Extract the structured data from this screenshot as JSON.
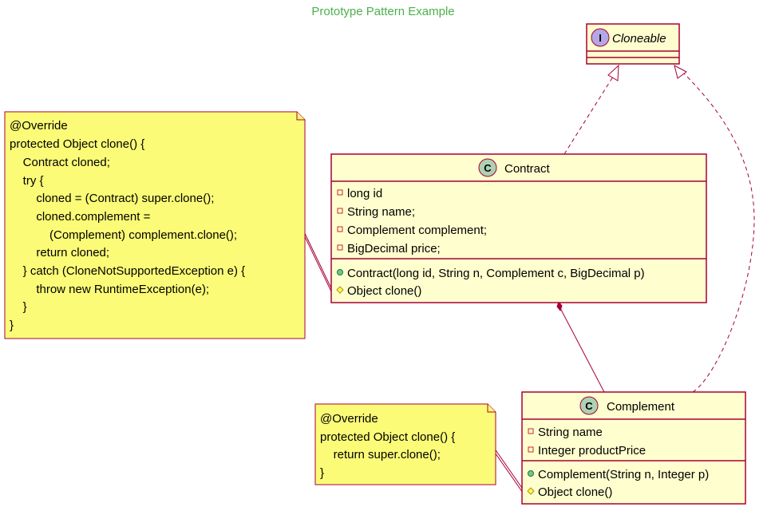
{
  "title": "Prototype Pattern Example",
  "interface": {
    "stereotype": "I",
    "name": "Cloneable"
  },
  "classes": {
    "contract": {
      "stereotype": "C",
      "name": "Contract",
      "fields": [
        {
          "vis": "private",
          "text": "long id"
        },
        {
          "vis": "private",
          "text": "String name;"
        },
        {
          "vis": "private",
          "text": "Complement complement;"
        },
        {
          "vis": "private",
          "text": "BigDecimal price;"
        }
      ],
      "methods": [
        {
          "vis": "public",
          "text": "Contract(long id, String n, Complement c, BigDecimal p)"
        },
        {
          "vis": "protected",
          "text": "Object clone()"
        }
      ]
    },
    "complement": {
      "stereotype": "C",
      "name": "Complement",
      "fields": [
        {
          "vis": "private",
          "text": "String name"
        },
        {
          "vis": "private",
          "text": "Integer productPrice"
        }
      ],
      "methods": [
        {
          "vis": "public",
          "text": "Complement(String n, Integer p)"
        },
        {
          "vis": "protected",
          "text": "Object clone()"
        }
      ]
    }
  },
  "notes": {
    "contract_clone": [
      "@Override",
      "protected Object clone() {",
      "    Contract cloned;",
      "    try {",
      "        cloned = (Contract) super.clone();",
      "        cloned.complement =",
      "            (Complement) complement.clone();",
      "        return cloned;",
      "    } catch (CloneNotSupportedException e) {",
      "        throw new RuntimeException(e);",
      "    }",
      "}"
    ],
    "complement_clone": [
      "@Override",
      "protected Object clone() {",
      "    return super.clone();",
      "}"
    ]
  },
  "colors": {
    "title": "#4CB04C",
    "class_fill": "#FEFECE",
    "class_border": "#A80036",
    "note_fill": "#FBFB77",
    "note_border": "#A80036",
    "class_badge": "#ADD1B2",
    "interface_badge": "#B4A7E5",
    "public_marker": "#84BE84",
    "protected_marker": "#FFFF44"
  }
}
